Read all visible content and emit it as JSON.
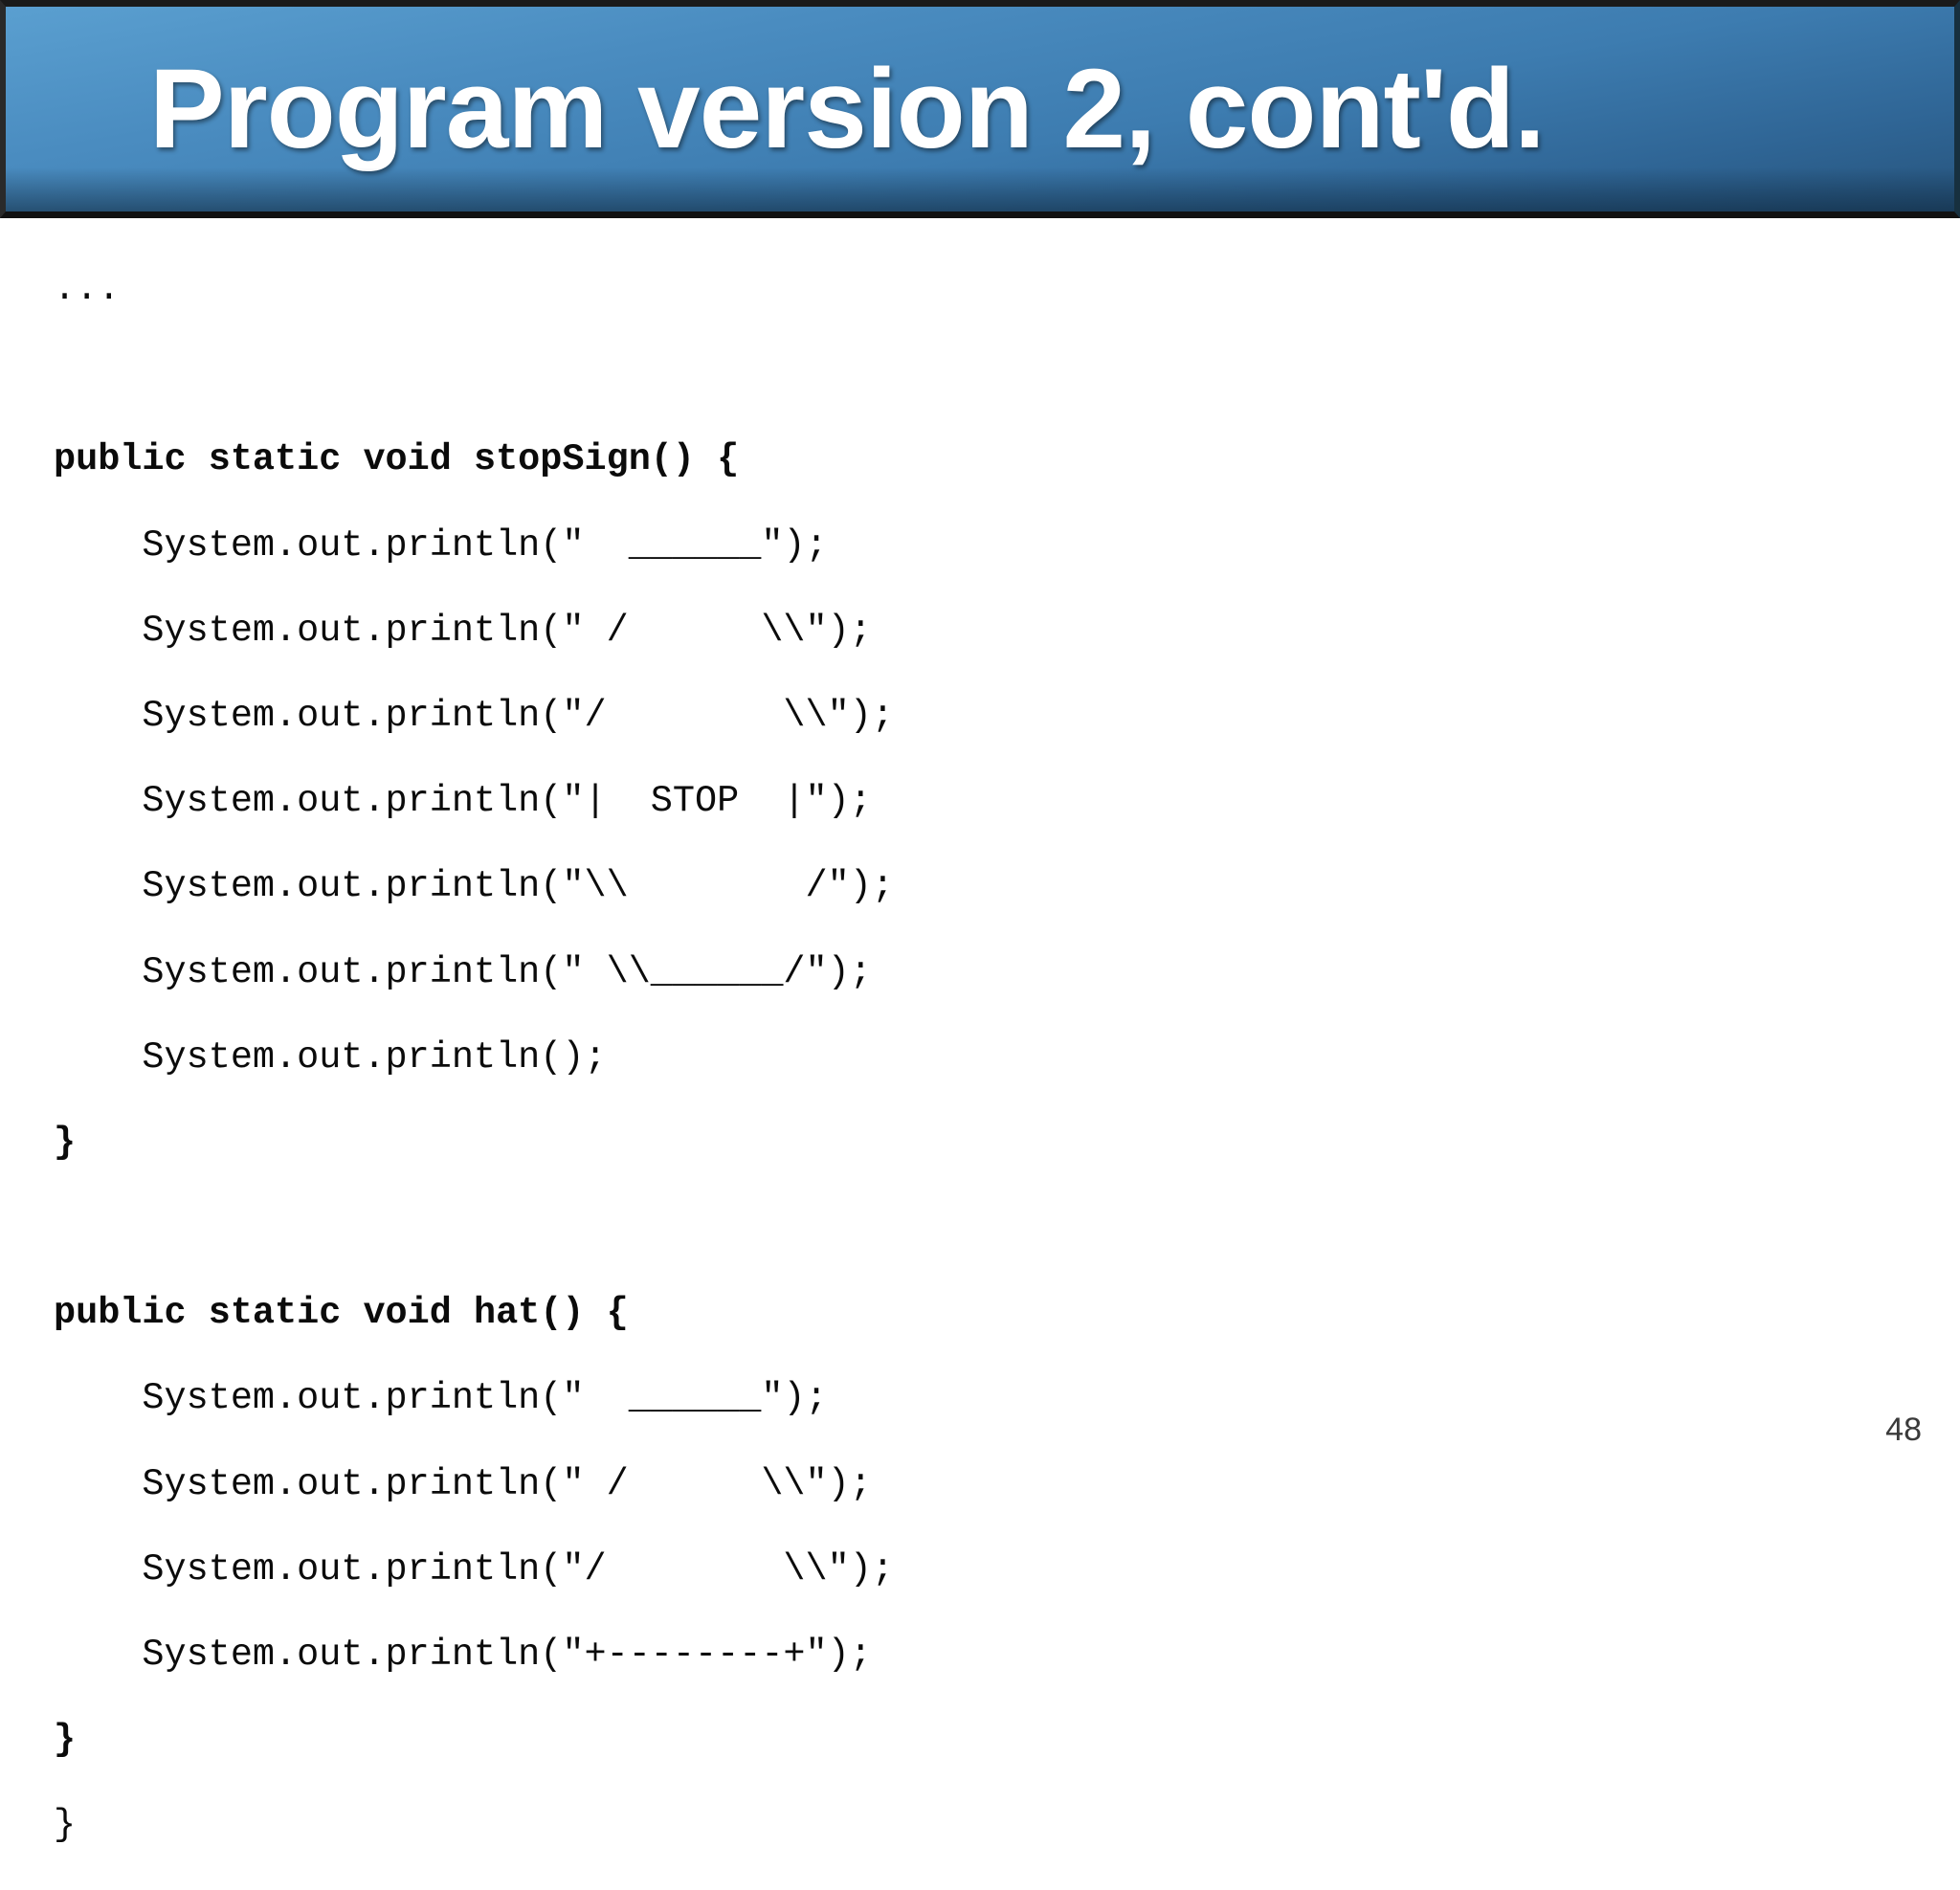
{
  "slide": {
    "title": "Program version 2, cont'd.",
    "page_number": "48",
    "colors": {
      "header_top": "#5a9fd0",
      "header_bottom": "#27547c",
      "body_background": "#ffffff",
      "code_text": "#0b0b0b",
      "title_text": "#ffffff"
    }
  },
  "code": {
    "language": "java",
    "lines": [
      {
        "text": "...",
        "bold": false
      },
      {
        "text": "",
        "bold": false
      },
      {
        "text": "public static void stopSign() {",
        "bold": true
      },
      {
        "text": "    System.out.println(\"  ______\");",
        "bold": false
      },
      {
        "text": "    System.out.println(\" /      \\\\\");",
        "bold": false
      },
      {
        "text": "    System.out.println(\"/        \\\\\");",
        "bold": false
      },
      {
        "text": "    System.out.println(\"|  STOP  |\");",
        "bold": false
      },
      {
        "text": "    System.out.println(\"\\\\        /\");",
        "bold": false
      },
      {
        "text": "    System.out.println(\" \\\\______/\");",
        "bold": false
      },
      {
        "text": "    System.out.println();",
        "bold": false
      },
      {
        "text": "}",
        "bold": true
      },
      {
        "text": "",
        "bold": false
      },
      {
        "text": "public static void hat() {",
        "bold": true
      },
      {
        "text": "    System.out.println(\"  ______\");",
        "bold": false
      },
      {
        "text": "    System.out.println(\" /      \\\\\");",
        "bold": false
      },
      {
        "text": "    System.out.println(\"/        \\\\\");",
        "bold": false
      },
      {
        "text": "    System.out.println(\"+--------+\");",
        "bold": false
      },
      {
        "text": "}",
        "bold": true
      },
      {
        "text": "}",
        "bold": false
      }
    ]
  }
}
